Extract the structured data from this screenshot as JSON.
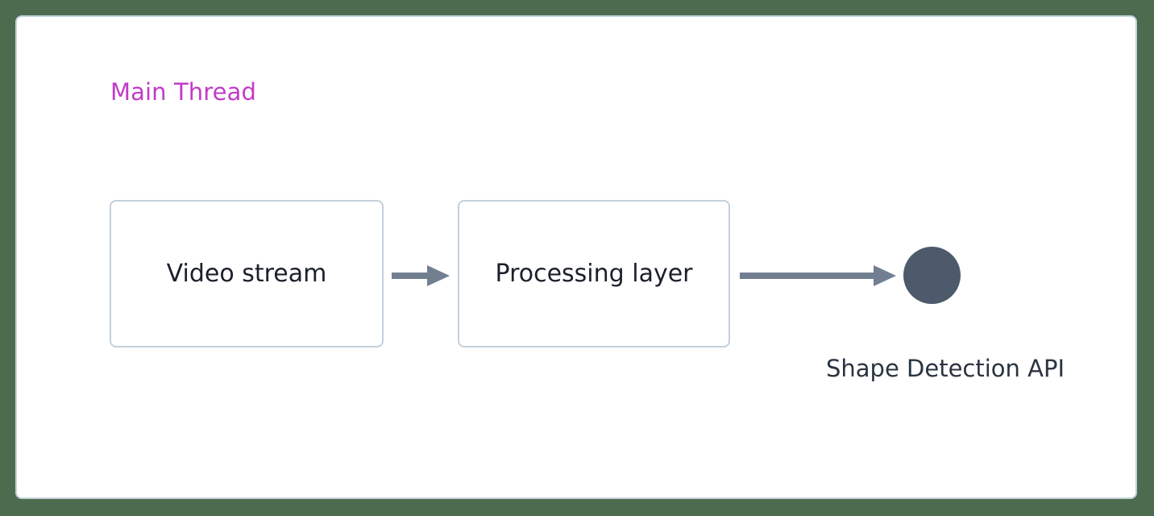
{
  "diagram": {
    "type": "flowchart",
    "background_color": "#4c6b4f",
    "panel_color": "#ffffff",
    "panel_border_color": "#c3d0dc",
    "cluster": {
      "title": "Main Thread",
      "title_color": "#c13bc9"
    },
    "nodes": [
      {
        "id": "video-stream",
        "label": "Video stream",
        "shape": "rounded-rectangle",
        "fill": "#ffffff",
        "border_color": "#c3d0dc",
        "text_color": "#1a202c"
      },
      {
        "id": "processing-layer",
        "label": "Processing layer",
        "shape": "rounded-rectangle",
        "fill": "#ffffff",
        "border_color": "#c3d0dc",
        "text_color": "#1a202c"
      },
      {
        "id": "shape-detection-api",
        "label": "Shape Detection API",
        "shape": "circle",
        "fill": "#4c5a6b",
        "text_color": "#2a3441"
      }
    ],
    "edges": [
      {
        "id": "video-to-processing",
        "from": "video-stream",
        "to": "processing-layer",
        "label": "",
        "color": "#717f91",
        "style": "solid-arrow"
      },
      {
        "id": "processing-to-api",
        "from": "processing-layer",
        "to": "shape-detection-api",
        "label": "",
        "color": "#717f91",
        "style": "solid-arrow"
      }
    ]
  }
}
